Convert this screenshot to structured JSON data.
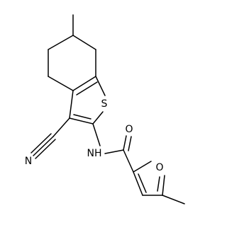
{
  "molecule": {
    "atoms": {
      "sulfur": "S",
      "nitrogen_nitrile": "N",
      "amide_nh": "NH",
      "carbonyl_oxygen": "O",
      "furan_oxygen": "O"
    }
  }
}
